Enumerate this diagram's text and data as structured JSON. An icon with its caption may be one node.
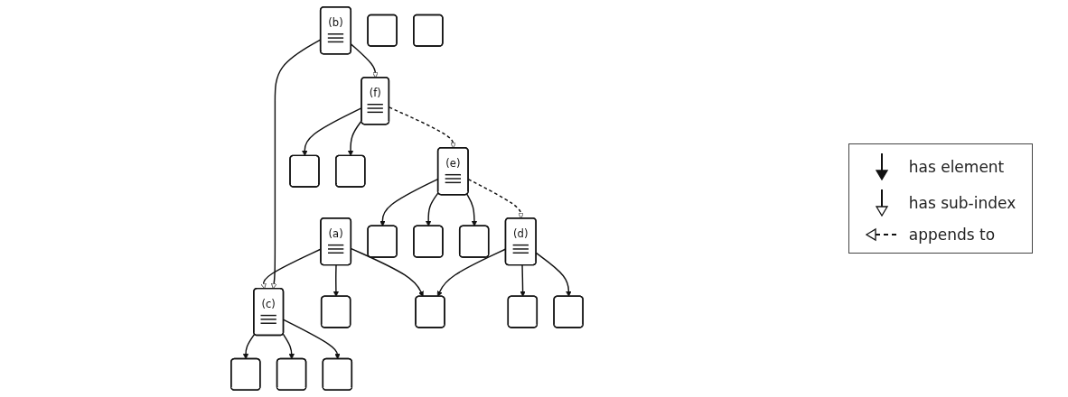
{
  "diagram": {
    "nodes": [
      {
        "text": [
          "(a)"
        ]
      },
      {
        "text": [
          "(b)"
        ]
      },
      {
        "text": [
          "(c)"
        ]
      },
      {
        "text": [
          "(d)"
        ]
      },
      {
        "text": [
          "(e)"
        ]
      },
      {
        "text": [
          "(f)"
        ]
      },
      {
        "text": [],
        "shape": "box"
      },
      {
        "text": [],
        "shape": "box"
      },
      {
        "text": [],
        "shape": "box"
      },
      {
        "text": [],
        "shape": "box"
      },
      {
        "text": [],
        "shape": "box"
      },
      {
        "text": [],
        "shape": "box"
      },
      {
        "text": [],
        "shape": "box"
      },
      {
        "text": [],
        "shape": "box"
      },
      {
        "text": [],
        "shape": "box"
      },
      {
        "text": [],
        "shape": "box"
      },
      {
        "text": [],
        "shape": "box"
      },
      {
        "text": [],
        "shape": "box"
      },
      {
        "text": [],
        "shape": "box"
      },
      {
        "text": [],
        "shape": "box"
      }
    ],
    "edges": [
      {
        "from": 0,
        "to": 7,
        "arrow": "to"
      },
      {
        "from": 0,
        "to": 2,
        "arrow": "to"
      },
      {
        "from": 0,
        "to": 12,
        "arrow": "to"
      },
      {
        "from": 1,
        "to": 2,
        "arrow": "to"
      },
      {
        "from": 1,
        "to": 5,
        "arrow": "to"
      },
      {
        "from": 2,
        "to": 8,
        "arrow": "to"
      },
      {
        "from": 2,
        "to": 9,
        "arrow": "to"
      },
      {
        "from": 2,
        "to": 10,
        "arrow": "to"
      },
      {
        "from": 3,
        "to": 12,
        "arrow": "to"
      },
      {
        "from": 3,
        "to": 13,
        "arrow": "to"
      },
      {
        "from": 3,
        "to": 14,
        "arrow": "to"
      },
      {
        "from": 4,
        "to": 3,
        "arrow": "to",
        "style": "dashed"
      },
      {
        "from": 4,
        "to": 15,
        "arrow": "to"
      },
      {
        "from": 4,
        "to": 16,
        "arrow": "to"
      },
      {
        "from": 4,
        "to": 17,
        "arrow": "to"
      },
      {
        "from": 5,
        "to": 4,
        "arrow": "to",
        "style": "dashed"
      },
      {
        "from": 5,
        "to": 18,
        "arrow": "to"
      },
      {
        "from": 5,
        "to": 19,
        "arrow": "to"
      }
    ],
    "legend": [
      {
        "text": "has element"
      },
      {
        "text": "has sub-index"
      },
      {
        "text": "appends to"
      }
    ]
  }
}
